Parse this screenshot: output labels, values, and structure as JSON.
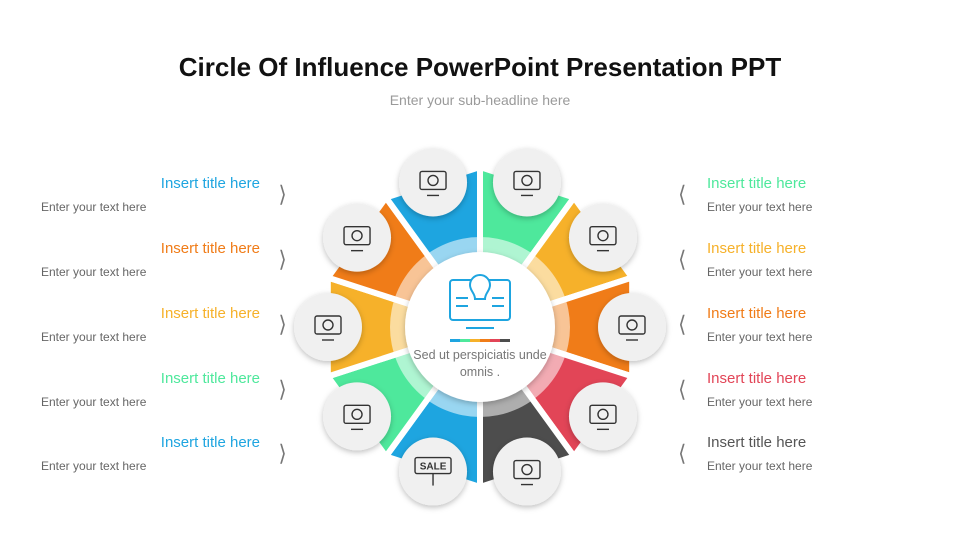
{
  "header": {
    "title": "Circle Of Influence PowerPoint Presentation PPT",
    "subtitle": "Enter your sub-headline here"
  },
  "center": {
    "text": "Sed ut perspiciatis unde omnis .",
    "icon": "lightbulb-monitor-icon"
  },
  "left_items": [
    {
      "title": "Insert title here",
      "text": "Enter your text here",
      "color": "#1ea5e0"
    },
    {
      "title": "Insert title here",
      "text": "Enter your text here",
      "color": "#f07c18"
    },
    {
      "title": "Insert title here",
      "text": "Enter your text here",
      "color": "#f6b12a"
    },
    {
      "title": "Insert title here",
      "text": "Enter your text here",
      "color": "#4ee89c"
    },
    {
      "title": "Insert title here",
      "text": "Enter your text here",
      "color": "#1ea5e0"
    }
  ],
  "right_items": [
    {
      "title": "Insert title here",
      "text": "Enter your text here",
      "color": "#4ee89c"
    },
    {
      "title": "Insert title here",
      "text": "Enter your text here",
      "color": "#f6b12a"
    },
    {
      "title": "Insert title here",
      "text": "Enter your text here",
      "color": "#f07c18"
    },
    {
      "title": "Insert title here",
      "text": "Enter your text here",
      "color": "#e24557"
    },
    {
      "title": "Insert title here",
      "text": "Enter your text here",
      "color": "#555555"
    }
  ],
  "segments": [
    {
      "color": "#4ee89c",
      "icon": "megaphone-team-icon"
    },
    {
      "color": "#f6b12a",
      "icon": "monitor-gear-icon"
    },
    {
      "color": "#f07c18",
      "icon": "lightbulb-pen-icon"
    },
    {
      "color": "#e24557",
      "icon": "megaphone-percent-icon"
    },
    {
      "color": "#4d4d4d",
      "icon": "rocket-monitor-icon"
    },
    {
      "color": "#1ea5e0",
      "icon": "sale-sign-icon",
      "label": "SALE"
    },
    {
      "color": "#4ee89c",
      "icon": "idea-tree-icon"
    },
    {
      "color": "#f6b12a",
      "icon": "head-gears-icon"
    },
    {
      "color": "#f07c18",
      "icon": "shopping-bags-icon"
    },
    {
      "color": "#1ea5e0",
      "icon": "lightbulb-person-icon"
    }
  ],
  "chevron": {
    "left": "❭",
    "right": "❬"
  }
}
